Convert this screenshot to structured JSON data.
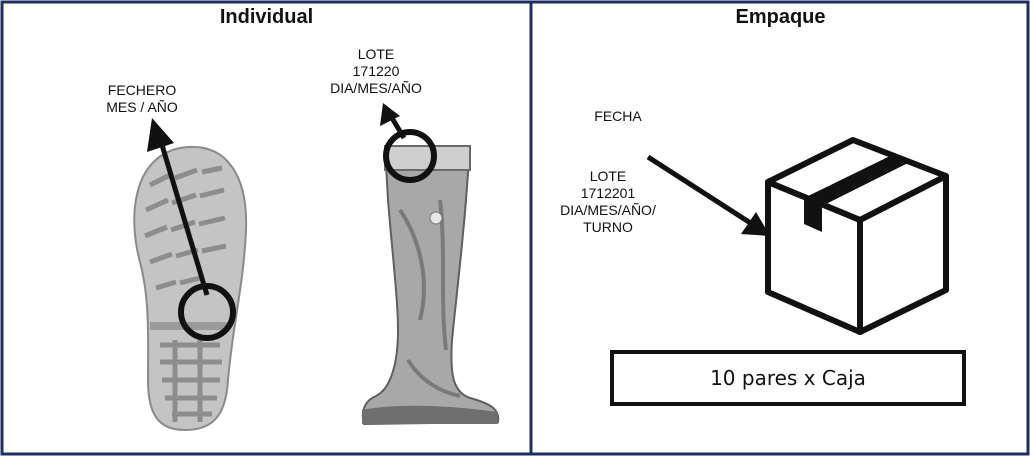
{
  "panels": {
    "left_title": "Individual",
    "right_title": "Empaque"
  },
  "labels": {
    "fechero": [
      "FECHERO",
      "MES / AÑO"
    ],
    "lote_individual": [
      "LOTE",
      "171220",
      "DIA/MES/AÑO"
    ],
    "fecha": "FECHA",
    "lote_empaque": [
      "LOTE",
      "1712201",
      "DIA/MES/AÑO/",
      "TURNO"
    ]
  },
  "package_note": "10 pares x Caja",
  "colors": {
    "frame": "#1f2f5c",
    "ink": "#111111",
    "sole": "#bdbdbd",
    "boot": "#a9a9a9"
  }
}
